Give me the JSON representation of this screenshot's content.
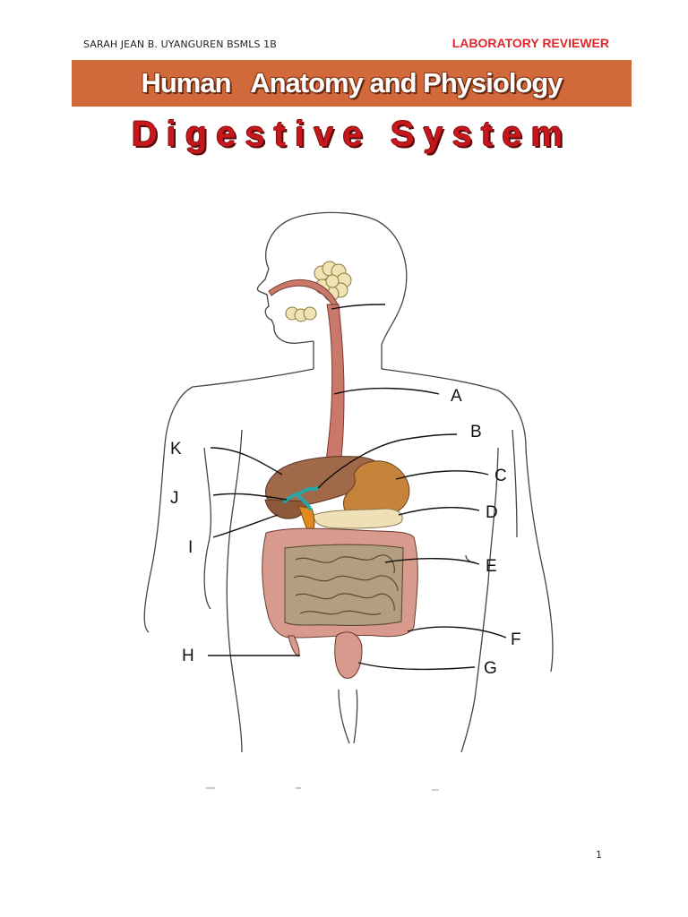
{
  "header": {
    "author": "SARAH JEAN B. UYANGUREN BSMLS 1B",
    "doc_type": "LABORATORY REVIEWER"
  },
  "banner": {
    "title": "Human   Anatomy and Physiology"
  },
  "subtitle": "Digestive System",
  "diagram": {
    "labels": [
      "A",
      "B",
      "C",
      "D",
      "E",
      "F",
      "G",
      "H",
      "I",
      "J",
      "K"
    ],
    "colors": {
      "esophagus": "#c9786a",
      "liver": "#a06a4a",
      "stomach": "#c6843a",
      "pancreas": "#efe0b8",
      "small_intestine": "#b39e80",
      "large_intestine": "#d79a8c",
      "gallbladder": "#e08a20",
      "bile_duct": "#2aa6a6",
      "salivary": "#efe4b2"
    }
  },
  "footer": {
    "page_number": "1"
  }
}
